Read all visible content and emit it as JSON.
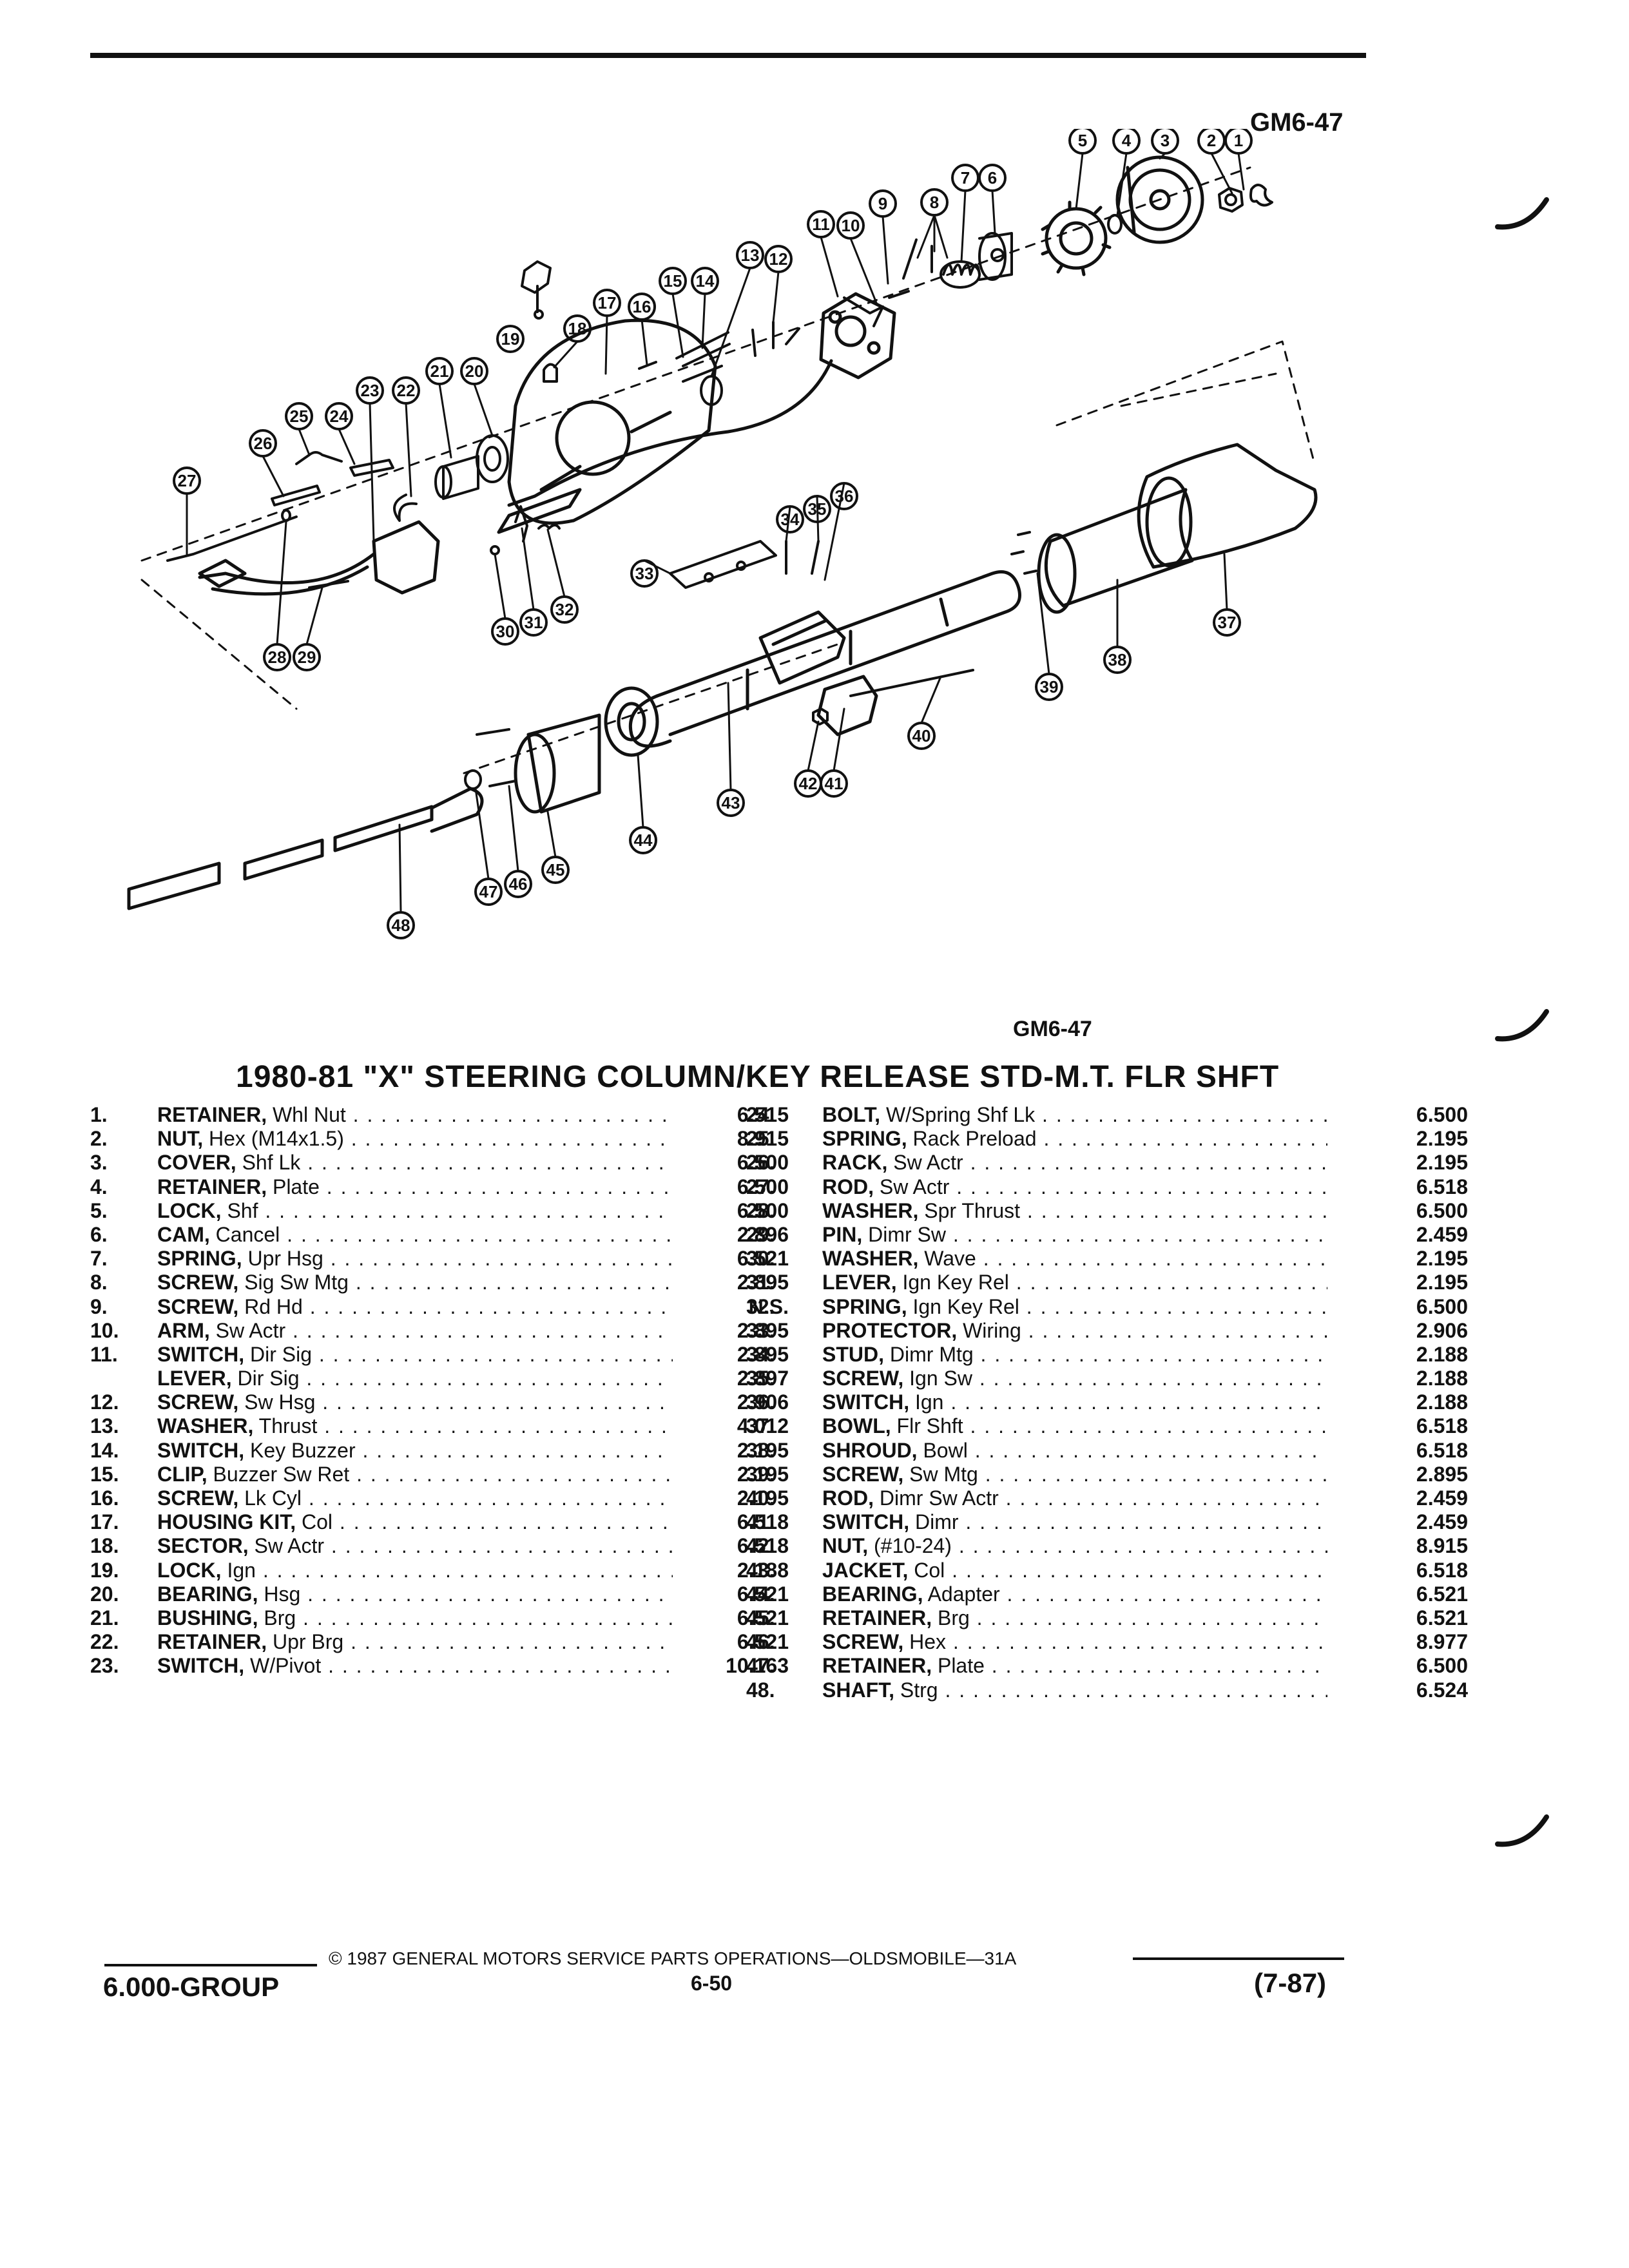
{
  "figure": {
    "code_top": "GM6-47",
    "code_bottom": "GM6-47"
  },
  "diagram": {
    "callouts": [
      "1",
      "2",
      "3",
      "4",
      "5",
      "6",
      "7",
      "8",
      "9",
      "10",
      "11",
      "12",
      "13",
      "14",
      "15",
      "16",
      "17",
      "18",
      "19",
      "20",
      "21",
      "22",
      "23",
      "24",
      "25",
      "26",
      "27",
      "28",
      "29",
      "30",
      "31",
      "32",
      "33",
      "34",
      "35",
      "36",
      "37",
      "38",
      "39",
      "40",
      "41",
      "42",
      "43",
      "44",
      "45",
      "46",
      "47",
      "48"
    ]
  },
  "parts_list": {
    "title": "1980-81 \"X\" STEERING COLUMN/KEY RELEASE STD-M.T. FLR SHFT",
    "left": [
      {
        "num": "1.",
        "name": "RETAINER,",
        "detail": "Whl Nut",
        "code": "6.515"
      },
      {
        "num": "2.",
        "name": "NUT,",
        "detail": "Hex (M14x1.5)",
        "code": "8.915"
      },
      {
        "num": "3.",
        "name": "COVER,",
        "detail": "Shf Lk",
        "code": "6.500"
      },
      {
        "num": "4.",
        "name": "RETAINER,",
        "detail": "Plate",
        "code": "6.500"
      },
      {
        "num": "5.",
        "name": "LOCK,",
        "detail": "Shf",
        "code": "6.500"
      },
      {
        "num": "6.",
        "name": "CAM,",
        "detail": "Cancel",
        "code": "2.896"
      },
      {
        "num": "7.",
        "name": "SPRING,",
        "detail": "Upr Hsg",
        "code": "6.521"
      },
      {
        "num": "8.",
        "name": "SCREW,",
        "detail": "Sig Sw Mtg",
        "code": "2.895"
      },
      {
        "num": "9.",
        "name": "SCREW,",
        "detail": "Rd Hd",
        "code": "N.S."
      },
      {
        "num": "10.",
        "name": "ARM,",
        "detail": "Sw Actr",
        "code": "2.895"
      },
      {
        "num": "11.",
        "name": "SWITCH,",
        "detail": "Dir Sig",
        "code": "2.895"
      },
      {
        "num": "",
        "name": "LEVER,",
        "detail": "Dir Sig",
        "code": "2.897"
      },
      {
        "num": "12.",
        "name": "SCREW,",
        "detail": "Sw Hsg",
        "code": "2.906"
      },
      {
        "num": "13.",
        "name": "WASHER,",
        "detail": "Thrust",
        "code": "4.012"
      },
      {
        "num": "14.",
        "name": "SWITCH,",
        "detail": "Key Buzzer",
        "code": "2.195"
      },
      {
        "num": "15.",
        "name": "CLIP,",
        "detail": "Buzzer Sw Ret",
        "code": "2.195"
      },
      {
        "num": "16.",
        "name": "SCREW,",
        "detail": "Lk Cyl",
        "code": "2.195"
      },
      {
        "num": "17.",
        "name": "HOUSING KIT,",
        "detail": "Col",
        "code": "6.518"
      },
      {
        "num": "18.",
        "name": "SECTOR,",
        "detail": "Sw Actr",
        "code": "6.518"
      },
      {
        "num": "19.",
        "name": "LOCK,",
        "detail": "Ign",
        "code": "2.188"
      },
      {
        "num": "20.",
        "name": "BEARING,",
        "detail": "Hsg",
        "code": "6.521"
      },
      {
        "num": "21.",
        "name": "BUSHING,",
        "detail": "Brg",
        "code": "6.521"
      },
      {
        "num": "22.",
        "name": "RETAINER,",
        "detail": "Upr Brg",
        "code": "6.521"
      },
      {
        "num": "23.",
        "name": "SWITCH,",
        "detail": "W/Pivot",
        "code": "10.163"
      }
    ],
    "right": [
      {
        "num": "24.",
        "name": "BOLT,",
        "detail": "W/Spring Shf Lk",
        "code": "6.500"
      },
      {
        "num": "25.",
        "name": "SPRING,",
        "detail": "Rack Preload",
        "code": "2.195"
      },
      {
        "num": "26.",
        "name": "RACK,",
        "detail": "Sw Actr",
        "code": "2.195"
      },
      {
        "num": "27.",
        "name": "ROD,",
        "detail": "Sw Actr",
        "code": "6.518"
      },
      {
        "num": "28.",
        "name": "WASHER,",
        "detail": "Spr Thrust",
        "code": "6.500"
      },
      {
        "num": "29.",
        "name": "PIN,",
        "detail": "Dimr Sw",
        "code": "2.459"
      },
      {
        "num": "30.",
        "name": "WASHER,",
        "detail": "Wave",
        "code": "2.195"
      },
      {
        "num": "31.",
        "name": "LEVER,",
        "detail": "Ign Key Rel",
        "code": "2.195"
      },
      {
        "num": "32.",
        "name": "SPRING,",
        "detail": "Ign Key Rel",
        "code": "6.500"
      },
      {
        "num": "33.",
        "name": "PROTECTOR,",
        "detail": "Wiring",
        "code": "2.906"
      },
      {
        "num": "34.",
        "name": "STUD,",
        "detail": "Dimr Mtg",
        "code": "2.188"
      },
      {
        "num": "35.",
        "name": "SCREW,",
        "detail": "Ign Sw",
        "code": "2.188"
      },
      {
        "num": "36.",
        "name": "SWITCH,",
        "detail": "Ign",
        "code": "2.188"
      },
      {
        "num": "37.",
        "name": "BOWL,",
        "detail": "Flr Shft",
        "code": "6.518"
      },
      {
        "num": "38.",
        "name": "SHROUD,",
        "detail": "Bowl",
        "code": "6.518"
      },
      {
        "num": "39.",
        "name": "SCREW,",
        "detail": "Sw Mtg",
        "code": "2.895"
      },
      {
        "num": "40.",
        "name": "ROD,",
        "detail": "Dimr Sw Actr",
        "code": "2.459"
      },
      {
        "num": "41.",
        "name": "SWITCH,",
        "detail": "Dimr",
        "code": "2.459"
      },
      {
        "num": "42.",
        "name": "NUT,",
        "detail": "(#10-24)",
        "code": "8.915"
      },
      {
        "num": "43.",
        "name": "JACKET,",
        "detail": "Col",
        "code": "6.518"
      },
      {
        "num": "44.",
        "name": "BEARING,",
        "detail": "Adapter",
        "code": "6.521"
      },
      {
        "num": "45.",
        "name": "RETAINER,",
        "detail": "Brg",
        "code": "6.521"
      },
      {
        "num": "46.",
        "name": "SCREW,",
        "detail": "Hex",
        "code": "8.977"
      },
      {
        "num": "47.",
        "name": "RETAINER,",
        "detail": "Plate",
        "code": "6.500"
      },
      {
        "num": "48.",
        "name": "SHAFT,",
        "detail": "Strg",
        "code": "6.524"
      }
    ]
  },
  "footer": {
    "copyright": "© 1987 GENERAL MOTORS SERVICE PARTS OPERATIONS—OLDSMOBILE—31A",
    "group": "6.000-GROUP",
    "page": "6-50",
    "date": "(7-87)"
  }
}
